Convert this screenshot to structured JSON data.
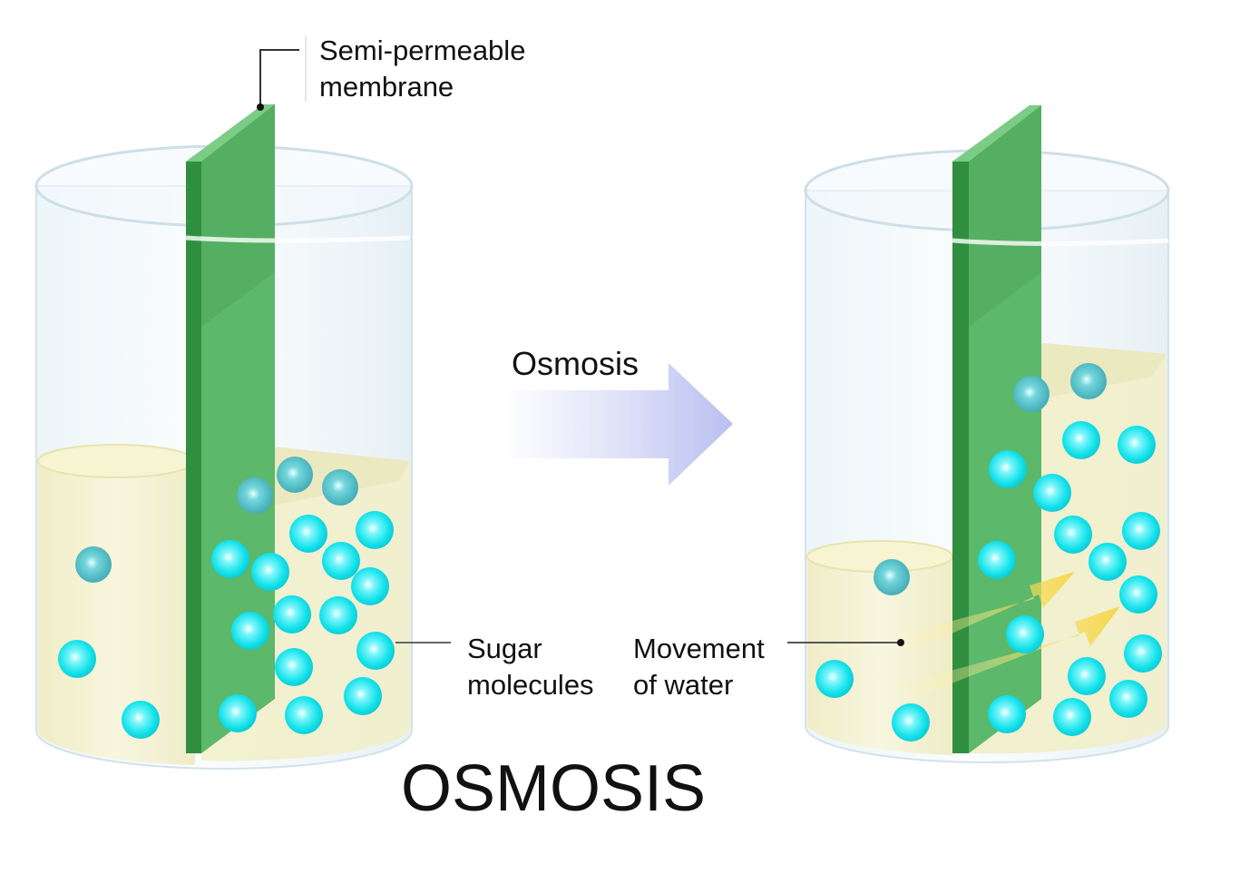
{
  "title": "OSMOSIS",
  "labels": {
    "membrane_line1": "Semi-permeable",
    "membrane_line2": "membrane",
    "arrow": "Osmosis",
    "sugar_line1": "Sugar",
    "sugar_line2": "molecules",
    "water_line1": "Movement",
    "water_line2": "of water"
  },
  "colors": {
    "membrane": "#3f9e4e",
    "solution": "#f3f0c8",
    "sugar_molecule": "#19e4ec",
    "arrow": "#c9cdf4",
    "water_arrow": "#f4d843"
  },
  "beakers": [
    {
      "state": "before",
      "left_level": "equal",
      "right_level": "equal"
    },
    {
      "state": "after",
      "left_level": "low",
      "right_level": "high"
    }
  ]
}
